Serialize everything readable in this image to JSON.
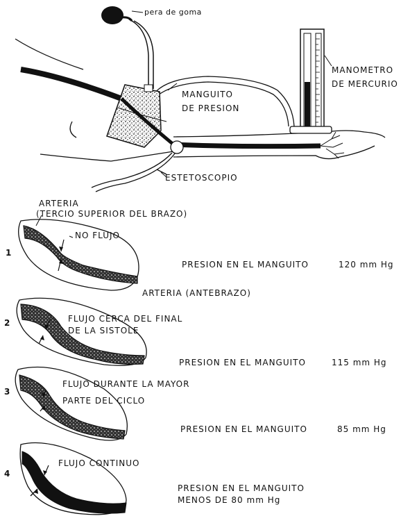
{
  "apparatus": {
    "bulb_label": "pera de goma",
    "cuff_label_line1": "MANGUITO",
    "cuff_label_line2": "DE PRESION",
    "manometer_label_line1": "MANOMETRO",
    "manometer_label_line2": "DE MERCURIO",
    "stethoscope_label": "ESTETOSCOPIO"
  },
  "artery_labels": {
    "upper_line1": "ARTERIA",
    "upper_line2": "(TERCIO SUPERIOR DEL BRAZO)",
    "forearm": "ARTERIA (ANTEBRAZO)"
  },
  "stages": [
    {
      "number": "1",
      "flow_line1": "NO FLUJO",
      "flow_line2": "",
      "pressure_line1": "PRESION EN EL MANGUITO",
      "pressure_value": "120 mm Hg",
      "pressure_line2": ""
    },
    {
      "number": "2",
      "flow_line1": "FLUJO CERCA DEL FINAL",
      "flow_line2": "DE LA SISTOLE",
      "pressure_line1": "PRESION EN EL MANGUITO",
      "pressure_value": "115 mm Hg",
      "pressure_line2": ""
    },
    {
      "number": "3",
      "flow_line1": "FLUJO DURANTE LA MAYOR",
      "flow_line2": "PARTE DEL CICLO",
      "pressure_line1": "PRESION EN EL MANGUITO",
      "pressure_value": "85 mm Hg",
      "pressure_line2": ""
    },
    {
      "number": "4",
      "flow_line1": "FLUJO CONTINUO",
      "flow_line2": "",
      "pressure_line1": "PRESION EN EL MANGUITO",
      "pressure_value": "",
      "pressure_line2": "MENOS DE 80 mm Hg"
    }
  ]
}
